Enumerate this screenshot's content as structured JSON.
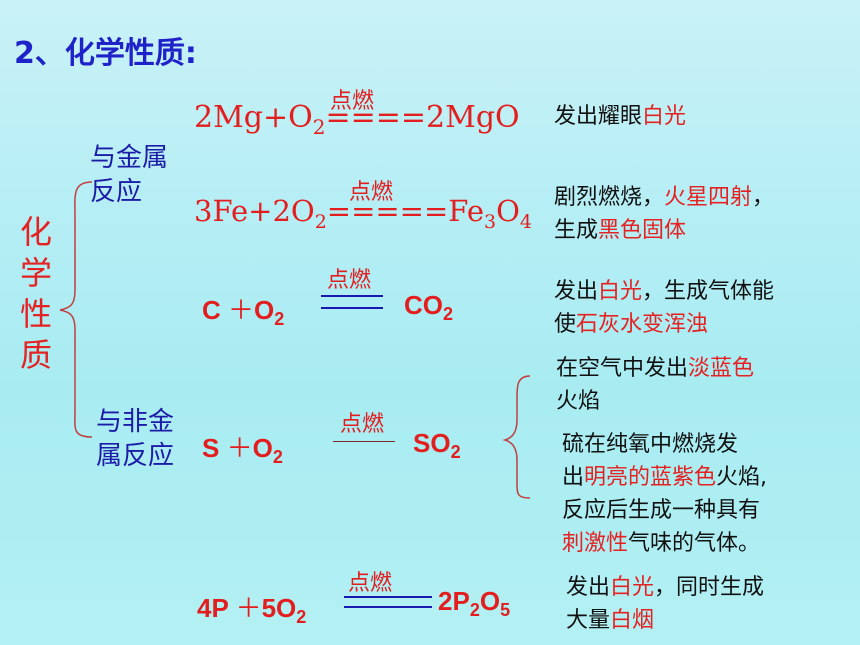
{
  "title": "2、化学性质:",
  "side_label": [
    "化",
    "学",
    "性",
    "质"
  ],
  "groups": {
    "metal": [
      "与金属",
      "反应"
    ],
    "nonmetal": [
      "与非金",
      "属反应"
    ]
  },
  "condition": "点燃",
  "reactions": {
    "mg": {
      "lhs": "2Mg+O",
      "lhs_sub": "2",
      "eq": "====",
      "rhs": "2MgO"
    },
    "fe": {
      "lhs": "3Fe+2O",
      "lhs_sub": "2",
      "eq": "=====",
      "rhs_a": "Fe",
      "rhs_sub1": "3",
      "rhs_b": "O",
      "rhs_sub2": "4"
    },
    "c": {
      "lhs_a": "C ",
      "plus": "＋",
      "lhs_b": "O",
      "lhs_sub": "2",
      "rhs": "CO",
      "rhs_sub": "2"
    },
    "s": {
      "lhs_a": "S ",
      "plus": "＋",
      "lhs_b": "O",
      "lhs_sub": "2",
      "rhs": "SO",
      "rhs_sub": "2"
    },
    "p": {
      "lhs_a": "4P ",
      "plus": "＋",
      "lhs_b": "5O",
      "lhs_sub": "2",
      "rhs_a": "2P",
      "rhs_sub1": "2",
      "rhs_b": "O",
      "rhs_sub2": "5"
    }
  },
  "descriptions": {
    "mg": [
      "发出耀眼",
      "白光"
    ],
    "fe1": [
      "剧烈燃烧，",
      "火星四射",
      "，"
    ],
    "fe2": [
      "生成",
      "黑色固体"
    ],
    "c1": [
      "发出",
      "白光",
      "，生成气体能"
    ],
    "c2": [
      "使",
      "石灰水变浑浊"
    ],
    "s_air1": [
      "在空气中发出",
      "淡蓝色"
    ],
    "s_air2": "火焰",
    "s_o2_1": "硫在纯氧中燃烧发",
    "s_o2_2": [
      "出",
      "明亮的蓝紫色",
      "火焰,"
    ],
    "s_o2_3": "反应后生成一种具有",
    "s_o2_4": [
      "刺激性",
      "气味的气体。"
    ],
    "p1": [
      "发出",
      "白光",
      "，同时生成"
    ],
    "p2": [
      "大量",
      "白烟"
    ]
  },
  "colors": {
    "title": "#1f21c9",
    "accent_red": "#e52222",
    "group_blue": "#1c1ca8",
    "background": "#b7eef5"
  }
}
